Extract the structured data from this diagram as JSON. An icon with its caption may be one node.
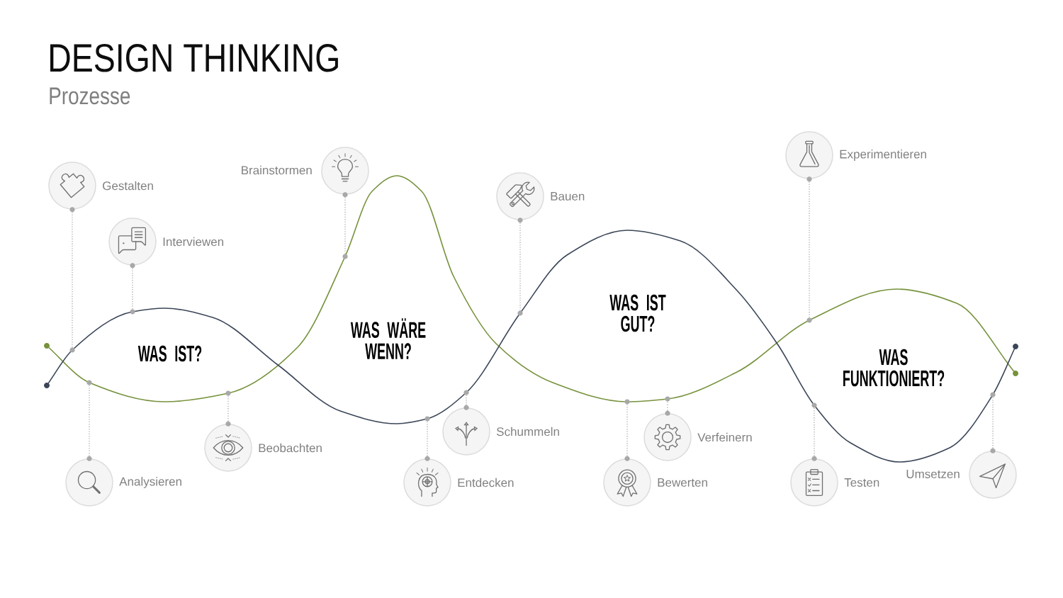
{
  "diagram": {
    "title": "DESIGN THINKING",
    "nodes": [
      {
        "text": [],
        "shape": "circle",
        "beside": [
          "Gestalten"
        ]
      },
      {
        "text": [],
        "shape": "circle",
        "beside": [
          "Analysieren"
        ]
      },
      {
        "text": [],
        "shape": "circle",
        "beside": [
          "Interviewen"
        ]
      },
      {
        "text": [],
        "shape": "circle",
        "beside": [
          "Beobachten"
        ]
      },
      {
        "text": [],
        "shape": "circle",
        "beside": [
          "Brainstormen"
        ]
      },
      {
        "text": [],
        "shape": "circle",
        "beside": [
          "Entdecken"
        ]
      },
      {
        "text": [],
        "shape": "circle",
        "beside": [
          "Schummeln"
        ]
      },
      {
        "text": [],
        "shape": "circle",
        "beside": [
          "Bauen"
        ]
      },
      {
        "text": [],
        "shape": "circle",
        "beside": [
          "Bewerten"
        ]
      },
      {
        "text": [],
        "shape": "circle",
        "beside": [
          "Verfeinern"
        ]
      },
      {
        "text": [],
        "shape": "circle",
        "beside": [
          "Experimentieren"
        ]
      },
      {
        "text": [],
        "shape": "circle",
        "beside": [
          "Testen"
        ]
      },
      {
        "text": [],
        "shape": "circle",
        "beside": [
          "Umsetzen"
        ]
      },
      {
        "text": [],
        "shape": "circle"
      },
      {
        "text": [],
        "shape": "circle"
      },
      {
        "text": [],
        "shape": "circle"
      },
      {
        "text": [],
        "shape": "circle"
      },
      {
        "text": [],
        "shape": "circle"
      },
      {
        "text": [],
        "shape": "circle"
      },
      {
        "text": [],
        "shape": "circle"
      },
      {
        "text": [],
        "shape": "circle"
      },
      {
        "text": [],
        "shape": "circle"
      },
      {
        "text": [],
        "shape": "circle"
      },
      {
        "text": [],
        "shape": "circle"
      },
      {
        "text": [],
        "shape": "circle"
      },
      {
        "text": [],
        "shape": "circle"
      }
    ],
    "edges": [
      {
        "from": 0,
        "to": 13,
        "arrow": "none",
        "style": "dashed"
      },
      {
        "from": 1,
        "to": 14,
        "arrow": "none",
        "style": "dashed"
      },
      {
        "from": 2,
        "to": 15,
        "arrow": "none",
        "style": "dashed"
      },
      {
        "from": 3,
        "to": 16,
        "arrow": "none",
        "style": "dashed"
      },
      {
        "from": 4,
        "to": 17,
        "arrow": "none",
        "style": "dashed"
      },
      {
        "from": 5,
        "to": 18,
        "arrow": "none",
        "style": "dashed"
      },
      {
        "from": 6,
        "to": 19,
        "arrow": "none",
        "style": "dashed"
      },
      {
        "from": 7,
        "to": 20,
        "arrow": "none",
        "style": "dashed"
      },
      {
        "from": 8,
        "to": 21,
        "arrow": "none",
        "style": "dashed"
      },
      {
        "from": 9,
        "to": 22,
        "arrow": "none",
        "style": "dashed"
      },
      {
        "from": 10,
        "to": 23,
        "arrow": "none",
        "style": "dashed"
      },
      {
        "from": 11,
        "to": 24,
        "arrow": "none",
        "style": "dashed"
      },
      {
        "from": 12,
        "to": 25,
        "arrow": "none",
        "style": "dashed"
      }
    ],
    "labels": [
      "Prozesse",
      "WAS IST?",
      "WAS WÄRE WENN?",
      "WAS IST GUT?",
      "WAS FUNKTIONIERT?"
    ]
  }
}
